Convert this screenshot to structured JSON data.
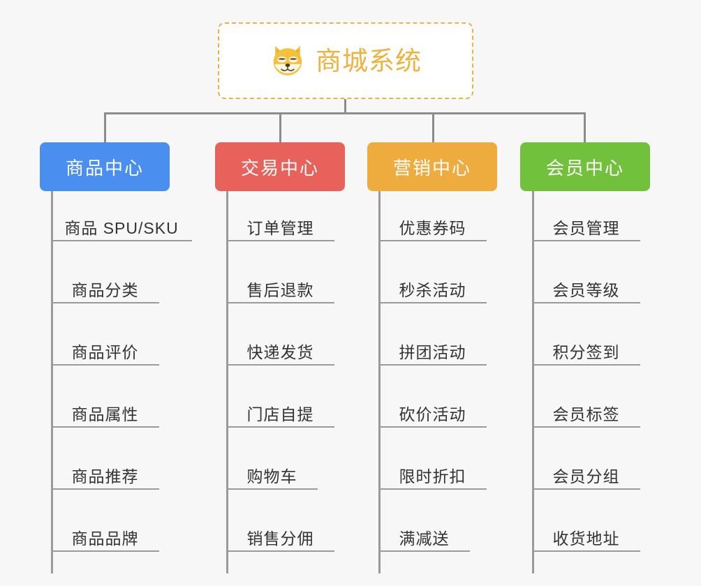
{
  "diagram": {
    "background_color": "#f7f7f7",
    "root": {
      "title": "商城系统",
      "icon": "shiba-dog-face-icon",
      "border_color": "#edb14a",
      "text_color": "#efb23f",
      "background_color": "#ffffff"
    },
    "connector_color": "#8c8c8c",
    "leaf_line_color": "#9a9a9a",
    "leaf_text_color": "#333333",
    "columns": [
      {
        "id": "product-center",
        "label": "商品中心",
        "color": "#4a8ef0",
        "items": [
          "商品 SPU/SKU",
          "商品分类",
          "商品评价",
          "商品属性",
          "商品推荐",
          "商品品牌"
        ]
      },
      {
        "id": "trade-center",
        "label": "交易中心",
        "color": "#e8625c",
        "items": [
          "订单管理",
          "售后退款",
          "快递发货",
          "门店自提",
          "购物车",
          "销售分佣"
        ]
      },
      {
        "id": "marketing-center",
        "label": "营销中心",
        "color": "#eeac3f",
        "items": [
          "优惠券码",
          "秒杀活动",
          "拼团活动",
          "砍价活动",
          "限时折扣",
          "满减送"
        ]
      },
      {
        "id": "member-center",
        "label": "会员中心",
        "color": "#72c13c",
        "items": [
          "会员管理",
          "会员等级",
          "积分签到",
          "会员标签",
          "会员分组",
          "收货地址"
        ]
      }
    ]
  }
}
